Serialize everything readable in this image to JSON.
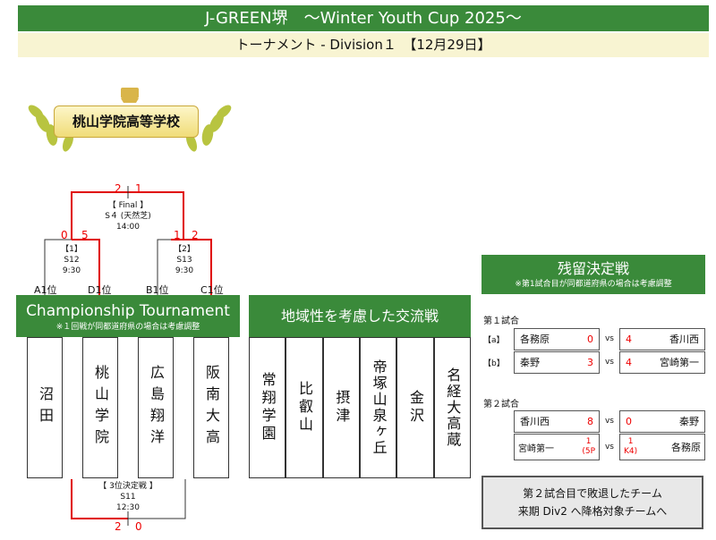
{
  "header": {
    "title": "J-GREEN堺　～Winter Youth Cup 2025～",
    "subtitle": "トーナメント - Division１　【12月29日】"
  },
  "winner": "桃山学院高等学校",
  "bracket": {
    "final": {
      "label": "【 Final 】",
      "venue": "S４ (天然芝)",
      "time": "14:00",
      "score_left": "2",
      "score_right": "1"
    },
    "semi1": {
      "label": "【1】",
      "venue": "S12",
      "time": "9:30",
      "score_left": "0",
      "score_right": "5"
    },
    "semi2": {
      "label": "【2】",
      "venue": "S13",
      "time": "9:30",
      "score_left": "1",
      "score_right": "2"
    },
    "slots": [
      "A1位",
      "D1位",
      "B1位",
      "C1位"
    ],
    "third": {
      "label": "【 3位決定戦 】",
      "venue": "S11",
      "time": "12:30",
      "score_left": "2",
      "score_right": "0"
    }
  },
  "championship": {
    "title": "Championship Tournament",
    "note": "※１回戦が同都道府県の場合は考慮調整",
    "teams": [
      "沼田",
      "桃山学院",
      "広島翔洋",
      "阪南大高"
    ]
  },
  "regional": {
    "title": "地域性を考慮した交流戦",
    "teams": [
      "常翔学園",
      "比叡山",
      "摂津",
      "帝塚山泉ヶ丘",
      "金沢",
      "名経大高蔵"
    ]
  },
  "survival": {
    "title": "残留決定戦",
    "note": "※第1試合目が同都道府県の場合は考慮調整",
    "round1_label": "第１試合",
    "round1": [
      {
        "tag": "【a】",
        "home": "各務原",
        "home_score": "0",
        "vs": "vs",
        "away_score": "4",
        "away": "香川西"
      },
      {
        "tag": "【b】",
        "home": "秦野",
        "home_score": "3",
        "vs": "vs",
        "away_score": "4",
        "away": "宮崎第一"
      }
    ],
    "round2_label": "第２試合",
    "round2": [
      {
        "home": "香川西",
        "home_score": "8",
        "vs": "vs",
        "away_score": "0",
        "away": "秦野"
      },
      {
        "home": "宮崎第一",
        "home_score": "1",
        "home_pk": "(5P",
        "vs": "vs",
        "away_score": "1",
        "away_pk": "K4)",
        "away": "各務原"
      }
    ],
    "footer_line1": "第２試合目で敗退したチーム",
    "footer_line2": "来期 Div2 へ降格対象チームへ"
  },
  "colors": {
    "green": "#3a8a3a",
    "cream": "#f8f4d2",
    "red": "#e00000"
  }
}
